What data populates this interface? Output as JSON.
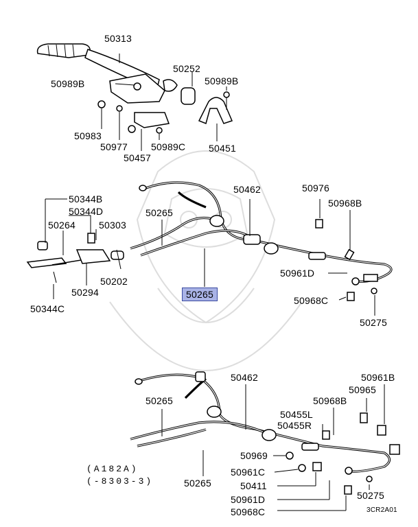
{
  "highlight_color": "#a9b3e6",
  "labels": {
    "l50313": "50313",
    "l50252": "50252",
    "l50989b_a": "50989B",
    "l50989b_b": "50989B",
    "l50983": "50983",
    "l50977": "50977",
    "l50989c": "50989C",
    "l50457": "50457",
    "l50451": "50451",
    "l50462_a": "50462",
    "l50976": "50976",
    "l50968b_a": "50968B",
    "l50344b": "50344B",
    "l50344d": "50344D",
    "l50264": "50264",
    "l50265_a": "50265",
    "l50303": "50303",
    "l50202": "50202",
    "l50294": "50294",
    "l50344c": "50344C",
    "l50265_sel": "50265",
    "l50961d_a": "50961D",
    "l50968c_a": "50968C",
    "l50275_a": "50275",
    "l50462_b": "50462",
    "l50961b": "50961B",
    "l50965": "50965",
    "l50968b_b": "50968B",
    "l50455l": "50455L",
    "l50455r": "50455R",
    "l50265_b": "50265",
    "l50969": "50969",
    "l50961c": "50961C",
    "l50411": "50411",
    "l50961d_b": "50961D",
    "l50968c_b": "50968C",
    "l50265_c": "50265",
    "l50275_b": "50275",
    "note1": "(A182A)",
    "note2": "(-8303-3)",
    "code": "3CR2A01"
  }
}
